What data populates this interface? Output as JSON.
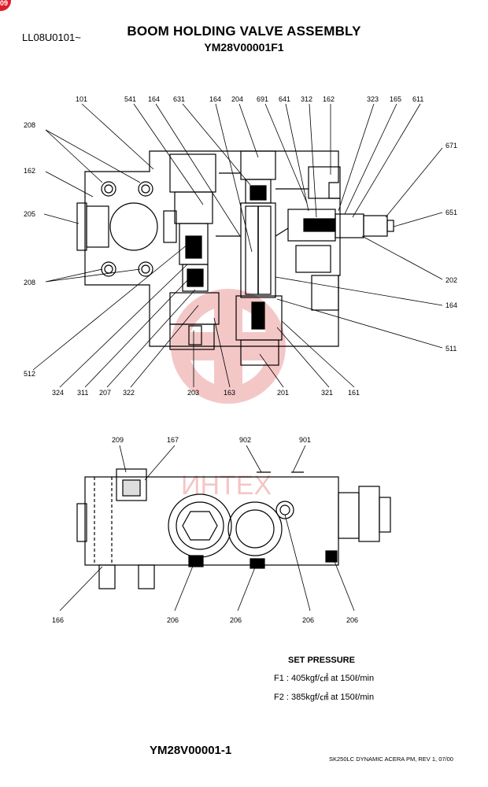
{
  "header": {
    "badge": "09",
    "serial": "LL08U0101~",
    "title": "BOOM HOLDING VALVE ASSEMBLY",
    "model": "YM28V00001F1"
  },
  "watermark": {
    "text": "ИНТЕХ",
    "color": "#f0a0a0"
  },
  "top_view_labels": [
    "101",
    "541",
    "164",
    "631",
    "164",
    "204",
    "691",
    "641",
    "312",
    "162",
    "323",
    "165",
    "611",
    "208",
    "162",
    "205",
    "208",
    "671",
    "651",
    "202",
    "164",
    "511",
    "512",
    "324",
    "311",
    "207",
    "322",
    "203",
    "163",
    "201",
    "321",
    "161"
  ],
  "bottom_view_labels": [
    "209",
    "167",
    "902",
    "901",
    "166",
    "206",
    "206",
    "206",
    "206"
  ],
  "set_pressure": {
    "heading": "SET PRESSURE",
    "f1": "F1 :  405kgf/㎠   at   150ℓ/min",
    "f2": "F2 :  385kgf/㎠   at   150ℓ/min"
  },
  "footer": {
    "code": "YM28V00001-1",
    "note": "SK250LC DYNAMIC ACERA PM, REV 1, 07/00"
  }
}
